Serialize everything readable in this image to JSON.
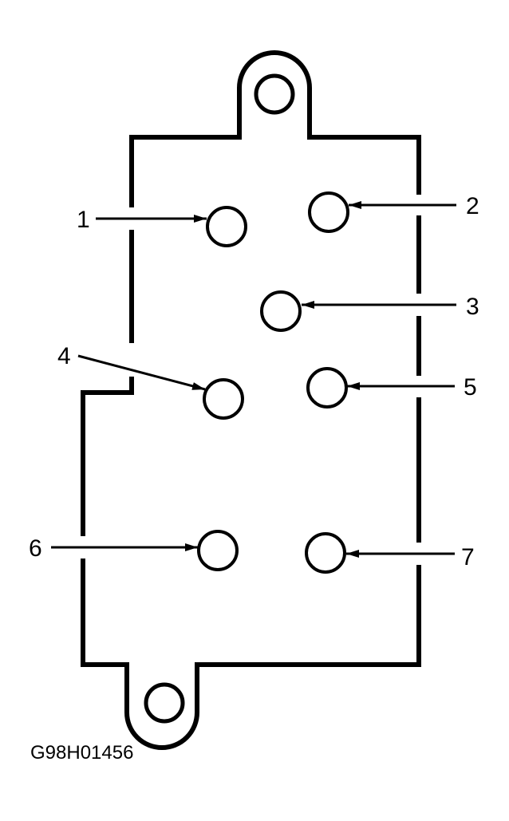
{
  "figure_id": "G98H01456",
  "pins": [
    {
      "label": "1"
    },
    {
      "label": "2"
    },
    {
      "label": "3"
    },
    {
      "label": "4"
    },
    {
      "label": "5"
    },
    {
      "label": "6"
    },
    {
      "label": "7"
    }
  ],
  "colors": {
    "stroke": "#000000",
    "background": "#ffffff"
  }
}
